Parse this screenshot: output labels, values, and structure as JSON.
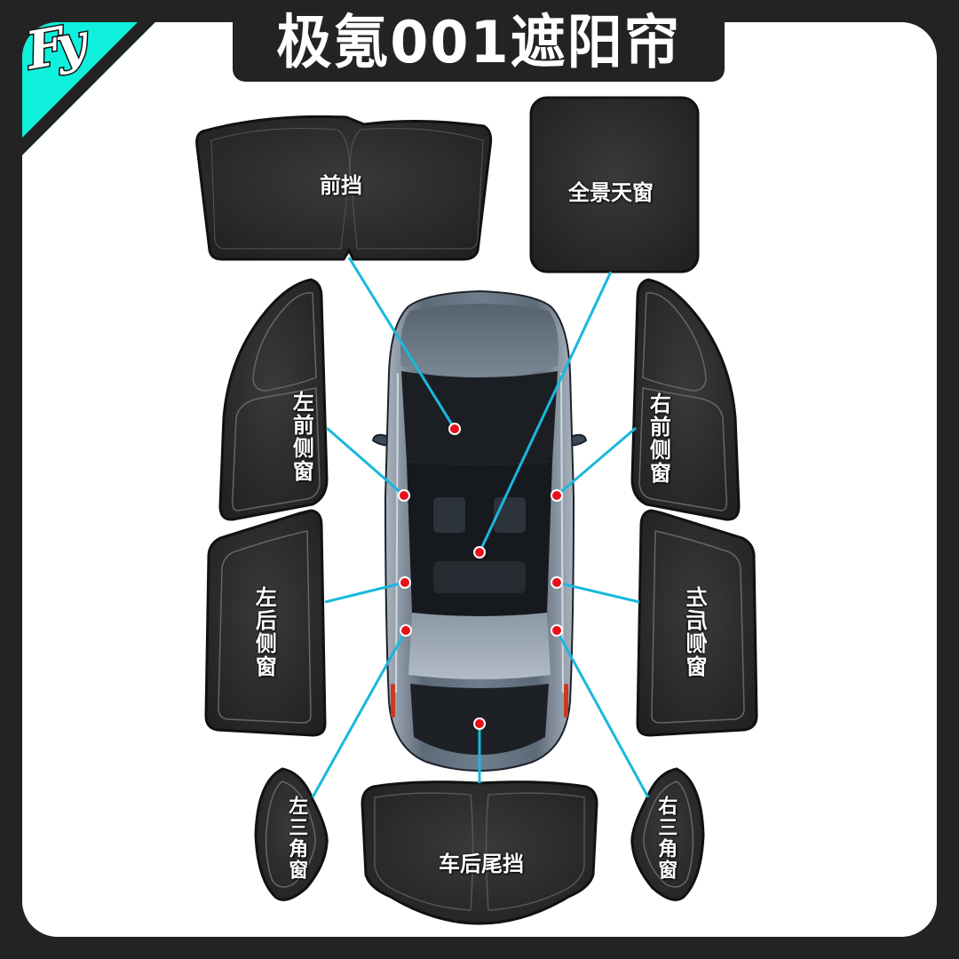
{
  "brand": {
    "logo_text": "Fy",
    "accent_color": "#0ff0dc"
  },
  "header": {
    "title": "极氪001遮阳帘"
  },
  "colors": {
    "background": "#232323",
    "card": "#ffffff",
    "shade_fill": "#2c2c2c",
    "connector_line": "#19b8dd",
    "marker_dot": "#e8101a"
  },
  "product": {
    "car_model": "极氪001",
    "parts": [
      {
        "id": "front",
        "label": "前挡"
      },
      {
        "id": "sunroof",
        "label": "全景天窗"
      },
      {
        "id": "left-front",
        "label": "左前侧窗"
      },
      {
        "id": "right-front",
        "label": "右前侧窗"
      },
      {
        "id": "left-rear",
        "label": "左后侧窗"
      },
      {
        "id": "right-rear",
        "label": "左后侧窗"
      },
      {
        "id": "left-triangle",
        "label": "左三角窗"
      },
      {
        "id": "rear",
        "label": "车后尾挡"
      },
      {
        "id": "right-triangle",
        "label": "右三角窗"
      }
    ]
  }
}
